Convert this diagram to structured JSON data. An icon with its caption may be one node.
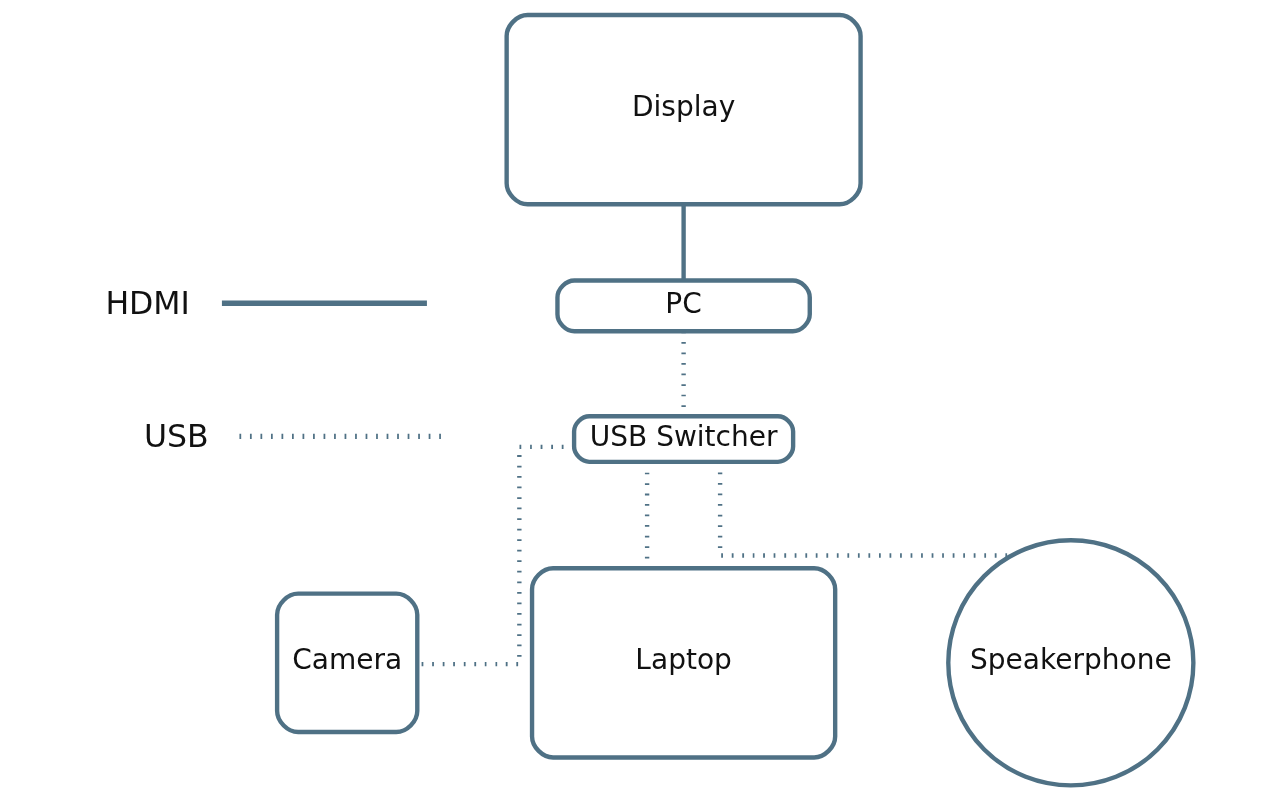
{
  "diagram": {
    "nodes": [
      {
        "text": [
          "Display"
        ]
      },
      {
        "text": [
          "PC"
        ]
      },
      {
        "text": [
          "USB Switcher"
        ]
      },
      {
        "text": [
          "Camera"
        ]
      },
      {
        "text": [
          "Laptop"
        ]
      },
      {
        "text": [
          "Speakerphone"
        ]
      }
    ],
    "edges": [
      {
        "from": 0,
        "to": 1,
        "arrow": "none"
      },
      {
        "from": 1,
        "to": 2,
        "arrow": "none",
        "style": "dashed"
      },
      {
        "from": 2,
        "to": 3,
        "arrow": "none",
        "style": "dashed"
      },
      {
        "from": 2,
        "to": 4,
        "arrow": "none",
        "style": "dashed"
      },
      {
        "from": 2,
        "to": 5,
        "arrow": "none",
        "style": "dashed"
      }
    ],
    "legend": [
      {
        "text": "HDMI"
      },
      {
        "text": "USB"
      }
    ]
  }
}
